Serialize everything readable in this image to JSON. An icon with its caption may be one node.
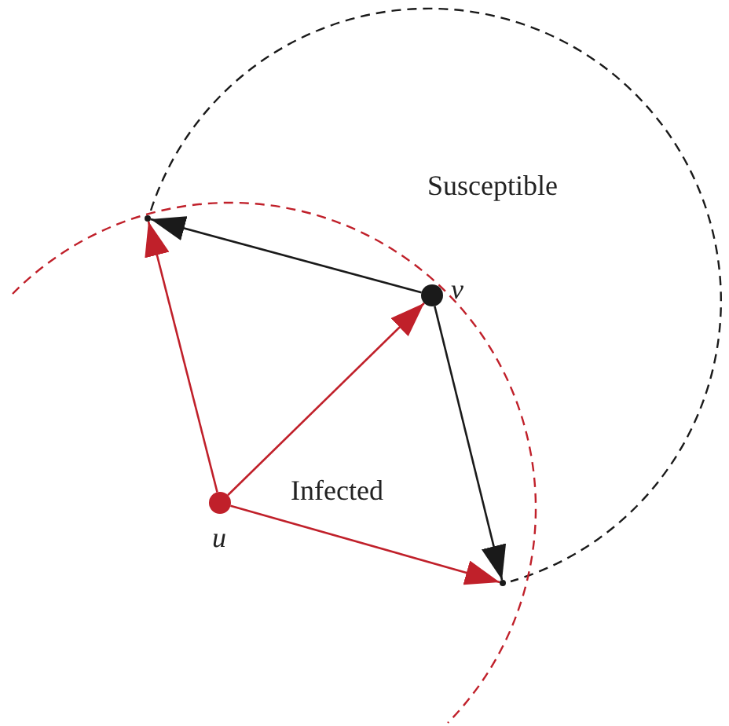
{
  "diagram": {
    "nodes": [
      {
        "text": [],
        "shape": "circle",
        "beside": [
          "u"
        ]
      },
      {
        "text": [],
        "shape": "circle",
        "beside": [
          "v"
        ]
      },
      {
        "text": [],
        "shape": "point"
      },
      {
        "text": [],
        "shape": "point"
      }
    ],
    "edges": [
      {
        "from": 0,
        "to": 2,
        "arrow": "to"
      },
      {
        "from": 0,
        "to": 1,
        "arrow": "to"
      },
      {
        "from": 0,
        "to": 3,
        "arrow": "to"
      },
      {
        "from": 1,
        "to": 2,
        "arrow": "to",
        "color": "#1a1a1a"
      },
      {
        "from": 1,
        "to": 3,
        "arrow": "to",
        "color": "#1a1a1a"
      }
    ],
    "labels": [
      "Susceptible",
      "Infected"
    ]
  }
}
